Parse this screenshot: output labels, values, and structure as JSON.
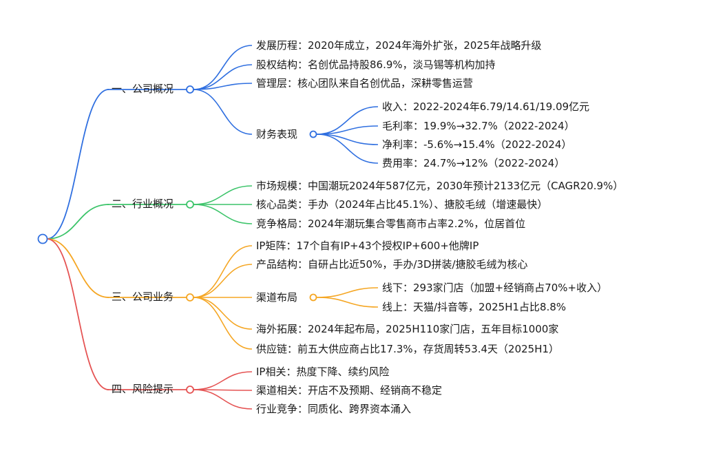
{
  "colors": {
    "blue": "#2f6fe0",
    "green": "#3cc46a",
    "orange": "#f5a623",
    "red": "#e55353"
  },
  "mindmap": {
    "branches": [
      {
        "label": "一、公司概况",
        "color": "blue",
        "children": [
          {
            "label": "发展历程：2020年成立，2024年海外扩张，2025年战略升级"
          },
          {
            "label": "股权结构：名创优品持股86.9%，淡马锡等机构加持"
          },
          {
            "label": "管理层：核心团队来自名创优品，深耕零售运营"
          },
          {
            "label": "财务表现",
            "children": [
              {
                "label": "收入：2022-2024年6.79/14.61/19.09亿元"
              },
              {
                "label": "毛利率：19.9%→32.7%（2022-2024）"
              },
              {
                "label": "净利率：-5.6%→15.4%（2022-2024）"
              },
              {
                "label": "费用率：24.7%→12%（2022-2024）"
              }
            ]
          }
        ]
      },
      {
        "label": "二、行业概况",
        "color": "green",
        "children": [
          {
            "label": "市场规模：中国潮玩2024年587亿元，2030年预计2133亿元（CAGR20.9%）"
          },
          {
            "label": "核心品类：手办（2024年占比45.1%）、搪胶毛绒（增速最快）"
          },
          {
            "label": "竞争格局：2024年潮玩集合零售商市占率2.2%，位居首位"
          }
        ]
      },
      {
        "label": "三、公司业务",
        "color": "orange",
        "children": [
          {
            "label": "IP矩阵：17个自有IP+43个授权IP+600+他牌IP"
          },
          {
            "label": "产品结构：自研占比近50%，手办/3D拼装/搪胶毛绒为核心"
          },
          {
            "label": "渠道布局",
            "children": [
              {
                "label": "线下：293家门店（加盟+经销商占70%+收入）"
              },
              {
                "label": "线上：天猫/抖音等，2025H1占比8.8%"
              }
            ]
          },
          {
            "label": "海外拓展：2024年起布局，2025H110家门店，五年目标1000家"
          },
          {
            "label": "供应链：前五大供应商占比17.3%，存货周转53.4天（2025H1）"
          }
        ]
      },
      {
        "label": "四、风险提示",
        "color": "red",
        "children": [
          {
            "label": "IP相关：热度下降、续约风险"
          },
          {
            "label": "渠道相关：开店不及预期、经销商不稳定"
          },
          {
            "label": "行业竞争：同质化、跨界资本涌入"
          }
        ]
      }
    ]
  }
}
